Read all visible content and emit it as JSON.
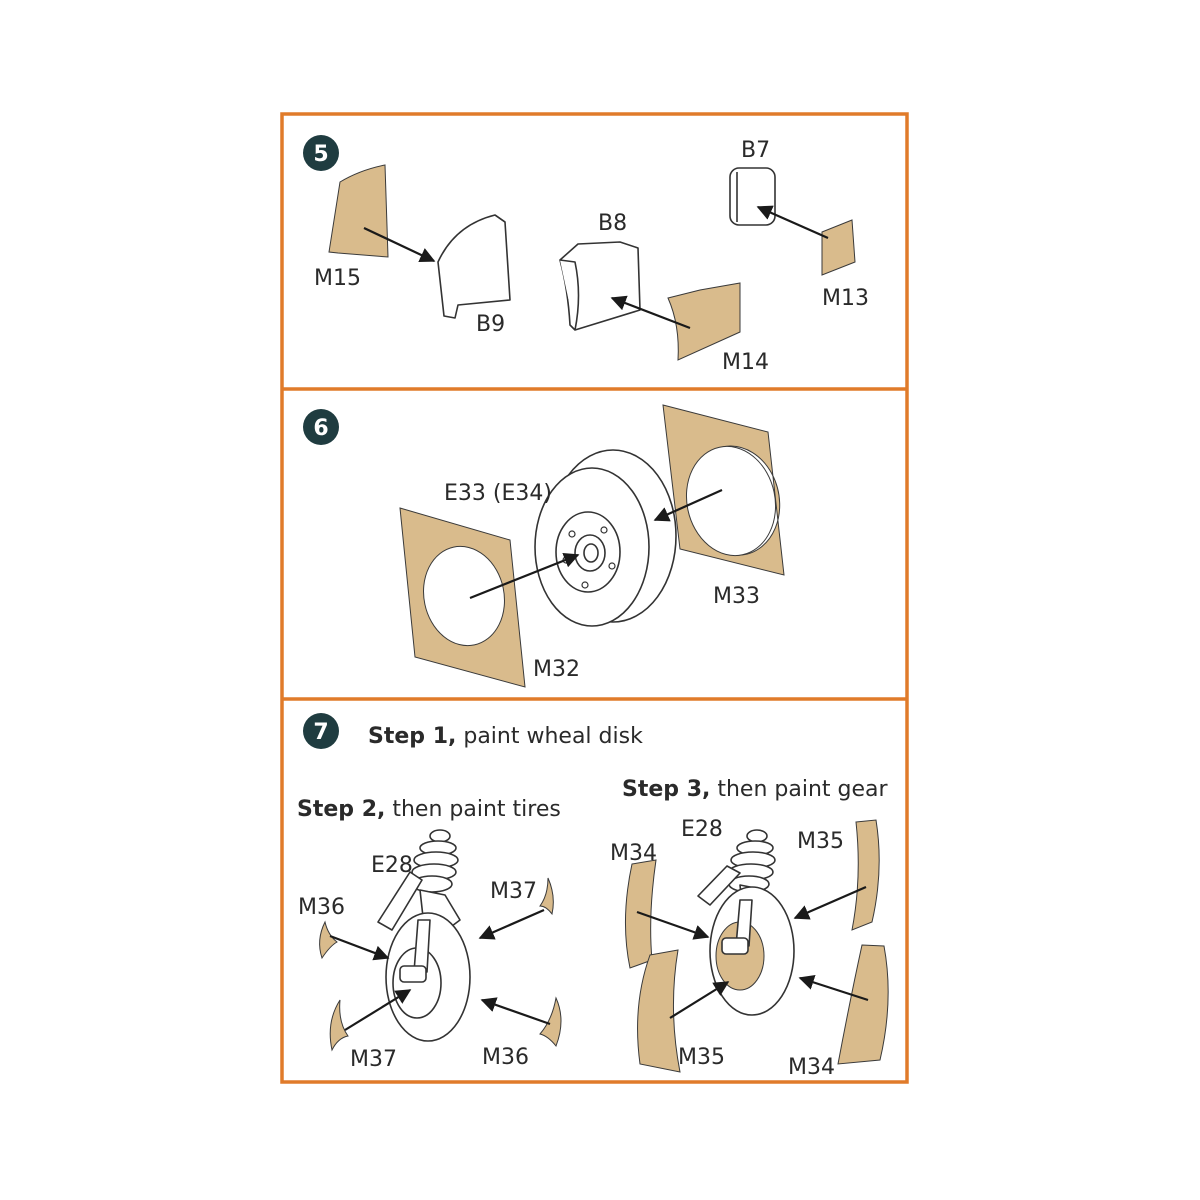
{
  "colors": {
    "frame": "#e07b2a",
    "mask": "#d9bb8c",
    "badge": "#1f3c40"
  },
  "steps": [
    {
      "number": "5",
      "labels": {
        "m15": "M15",
        "b9": "B9",
        "b8": "B8",
        "m14": "M14",
        "b7": "B7",
        "m13": "M13"
      }
    },
    {
      "number": "6",
      "labels": {
        "wheel": "E33 (E34)",
        "m33": "M33",
        "m32": "M32"
      }
    },
    {
      "number": "7",
      "step1_bold": "Step 1,",
      "step1_rest": " paint wheal disk",
      "step2_bold": "Step 2,",
      "step2_rest": " then paint tires",
      "step3_bold": "Step 3,",
      "step3_rest": " then paint gear",
      "left_labels": {
        "e28": "E28",
        "m36_top": "M36",
        "m37_top": "M37",
        "m37_bottom": "M37",
        "m36_bottom": "M36"
      },
      "right_labels": {
        "m34_top": "M34",
        "e28": "E28",
        "m35_top": "M35",
        "m35_bottom": "M35",
        "m34_bottom": "M34"
      }
    }
  ]
}
